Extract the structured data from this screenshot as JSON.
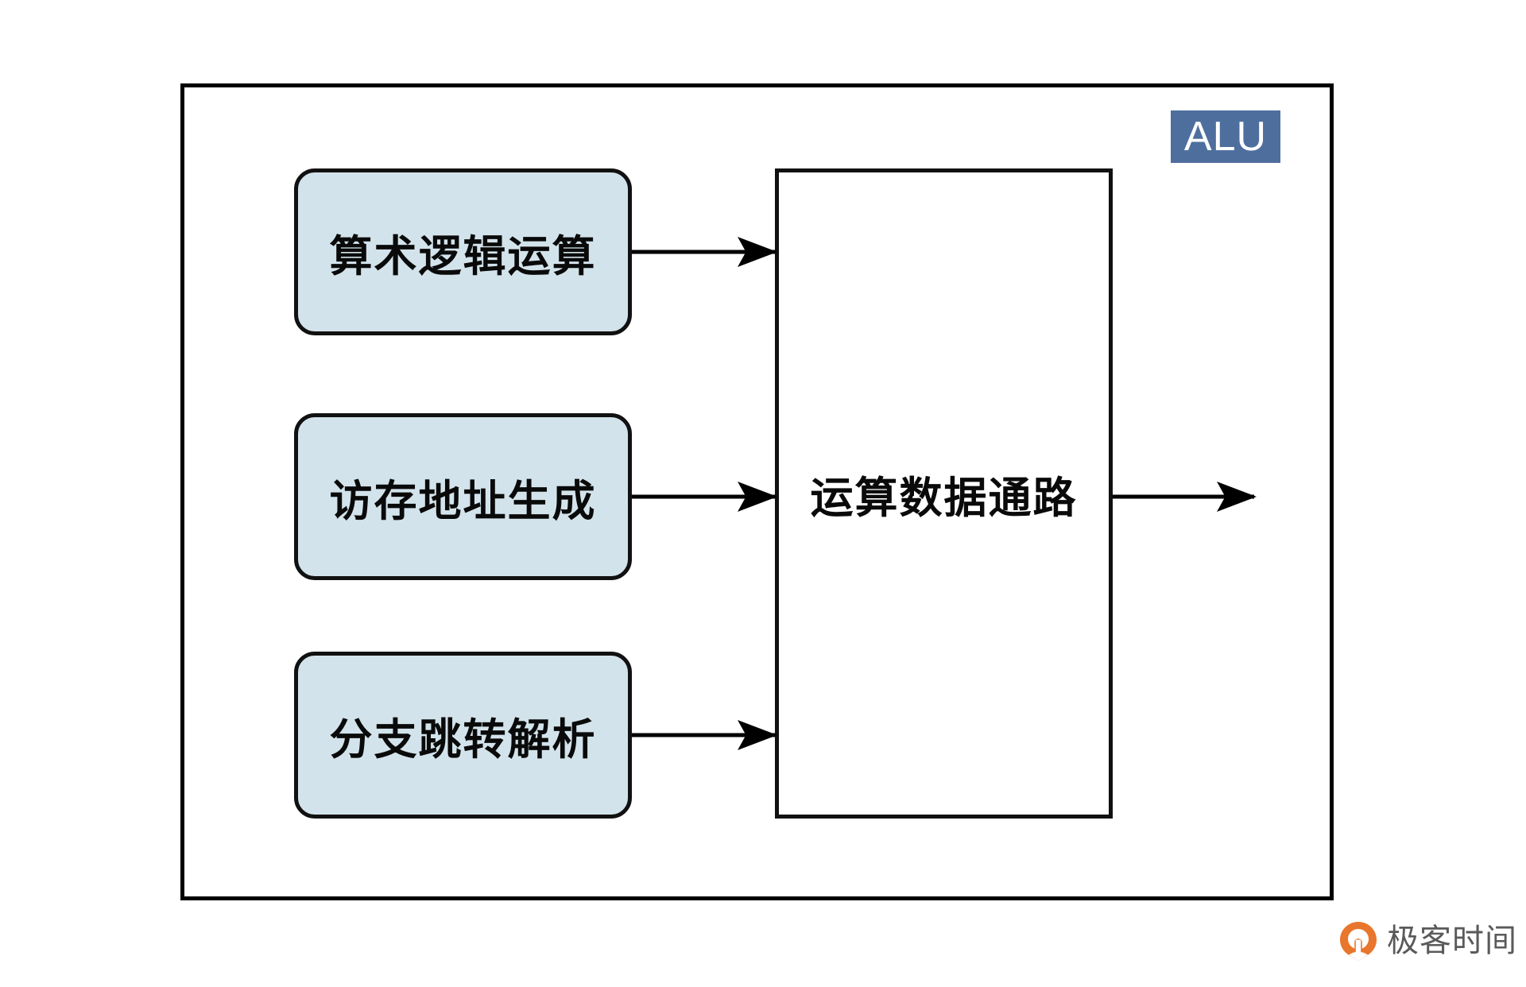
{
  "diagram": {
    "title": "ALU",
    "frame": {
      "label": "ALU",
      "badge_color": "#4e6f9e",
      "badge_text_color": "#ffffff",
      "border_color": "#000000"
    },
    "input_blocks": [
      {
        "label": "算术逻辑运算",
        "fill": "#d3e3eb",
        "border": "#111111"
      },
      {
        "label": "访存地址生成",
        "fill": "#d3e3eb",
        "border": "#111111"
      },
      {
        "label": "分支跳转解析",
        "fill": "#d3e3eb",
        "border": "#111111"
      }
    ],
    "central_block": {
      "label": "运算数据通路",
      "fill": "#ffffff",
      "border": "#111111"
    },
    "connections": [
      {
        "from": "算术逻辑运算",
        "to": "运算数据通路",
        "style": "arrow"
      },
      {
        "from": "访存地址生成",
        "to": "运算数据通路",
        "style": "arrow"
      },
      {
        "from": "分支跳转解析",
        "to": "运算数据通路",
        "style": "arrow"
      },
      {
        "from": "运算数据通路",
        "to": "",
        "style": "arrow-out"
      }
    ]
  },
  "watermark": {
    "text": "极客时间",
    "logo_color": "#e8762c",
    "text_color": "#5a5a5a"
  }
}
